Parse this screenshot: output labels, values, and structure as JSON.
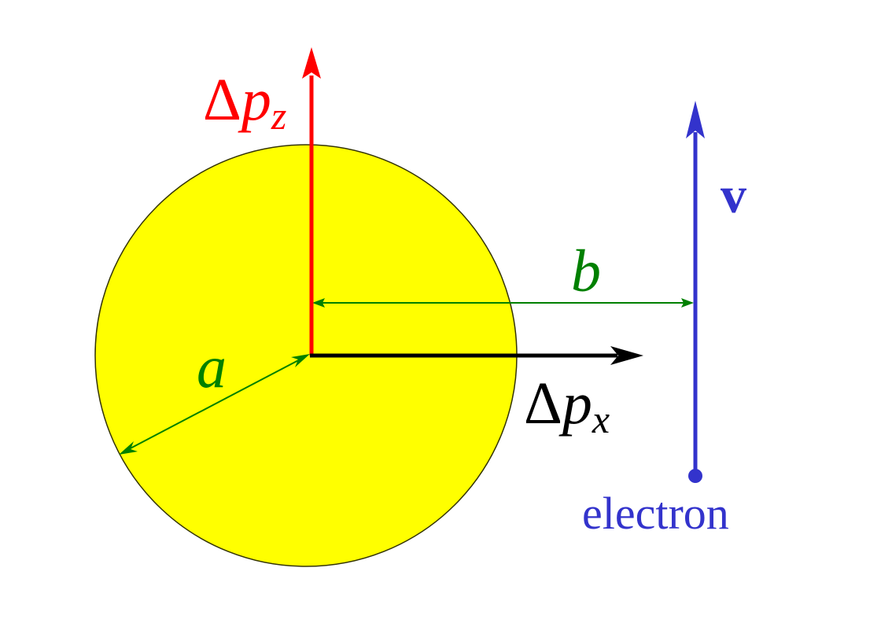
{
  "labels": {
    "dpz_delta": "Δ",
    "dpz_p": "p",
    "dpz_sub": "z",
    "dpx_delta": "Δ",
    "dpx_p": "p",
    "dpx_sub": "x",
    "v": "v",
    "b": "b",
    "a": "a",
    "electron": "electron"
  },
  "colors": {
    "sphere_fill": "#ffff00",
    "sphere_stroke": "#333300",
    "dpz": "#ff0000",
    "dpx": "#000000",
    "electron": "#3333cc",
    "dimension": "#008000"
  }
}
